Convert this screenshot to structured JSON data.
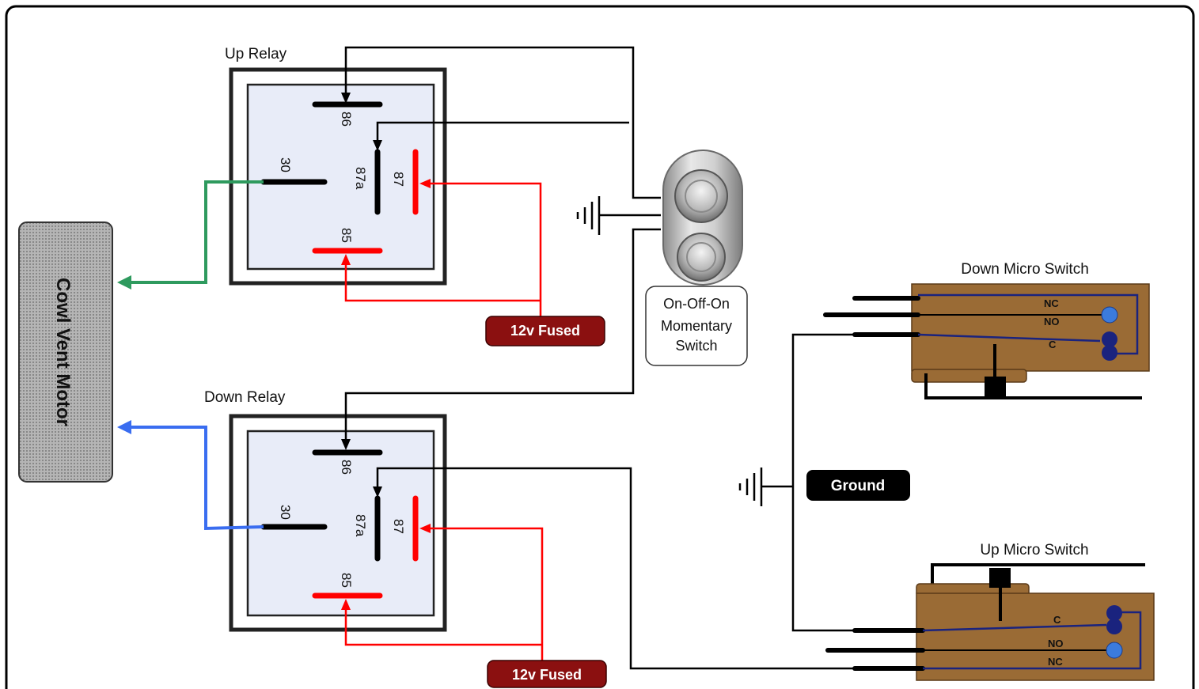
{
  "motor": {
    "label": "Cowl Vent Motor"
  },
  "up_relay": {
    "label": "Up Relay",
    "pin_86": "86",
    "pin_87a": "87a",
    "pin_87": "87",
    "pin_30": "30",
    "pin_85": "85"
  },
  "down_relay": {
    "label": "Down Relay",
    "pin_86": "86",
    "pin_87a": "87a",
    "pin_87": "87",
    "pin_30": "30",
    "pin_85": "85"
  },
  "fuse_top": {
    "label": "12v Fused"
  },
  "fuse_bottom": {
    "label": "12v Fused"
  },
  "momentary_switch": {
    "line1": "On-Off-On",
    "line2": "Momentary",
    "line3": "Switch"
  },
  "ground": {
    "label": "Ground"
  },
  "down_micro_switch": {
    "label": "Down Micro Switch",
    "nc": "NC",
    "no": "NO",
    "c": "C"
  },
  "up_micro_switch": {
    "label": "Up  Micro Switch",
    "c": "C",
    "no": "NO",
    "nc": "NC"
  },
  "colors": {
    "wire": "#000000",
    "fused_wire": "#ff0000",
    "motor_wire_up": "#2e9a5e",
    "motor_wire_down": "#3a6df0",
    "relay_fill": "#e8ecf8",
    "switch_body": "#9a6b35",
    "fuse_badge": "#8b1010",
    "contact": "#1a237e",
    "contact_open": "#3b7bdc"
  }
}
